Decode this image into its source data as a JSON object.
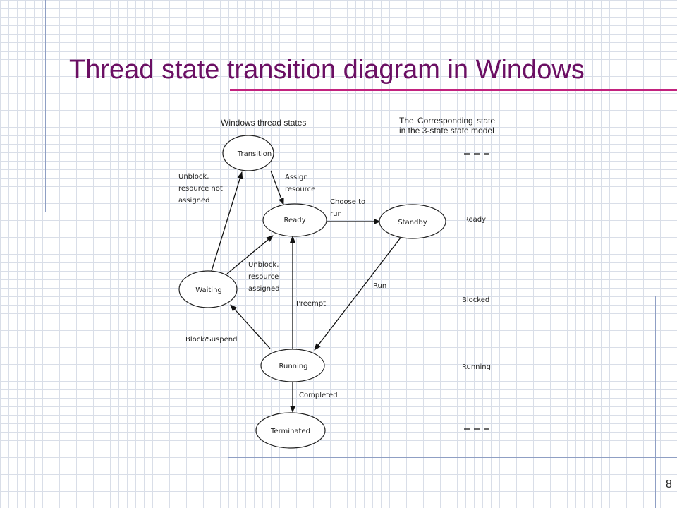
{
  "slide": {
    "title": "Thread state transition diagram in Windows",
    "page_number": "8",
    "colors": {
      "title": "#6b0f63",
      "underline": "#c2227e",
      "grid": "#d9dee8",
      "rules": "#8f9fc4"
    }
  },
  "headers": {
    "windows_states": "Windows thread states",
    "three_state_model": "The Corresponding state in the 3-state state model"
  },
  "nodes": {
    "transition": "Transition",
    "ready": "Ready",
    "standby": "Standby",
    "waiting": "Waiting",
    "running": "Running",
    "terminated": "Terminated"
  },
  "edges": {
    "unblock_not_assigned": "Unblock, resource not assigned",
    "assign_resource": "Assign resource",
    "choose_to_run": "Choose to run",
    "unblock_assigned": "Unblock, resource assigned",
    "run": "Run",
    "preempt": "Preempt",
    "block_suspend": "Block/Suspend",
    "completed": "Completed"
  },
  "model_states": {
    "ready": "Ready",
    "blocked": "Blocked",
    "running": "Running"
  }
}
